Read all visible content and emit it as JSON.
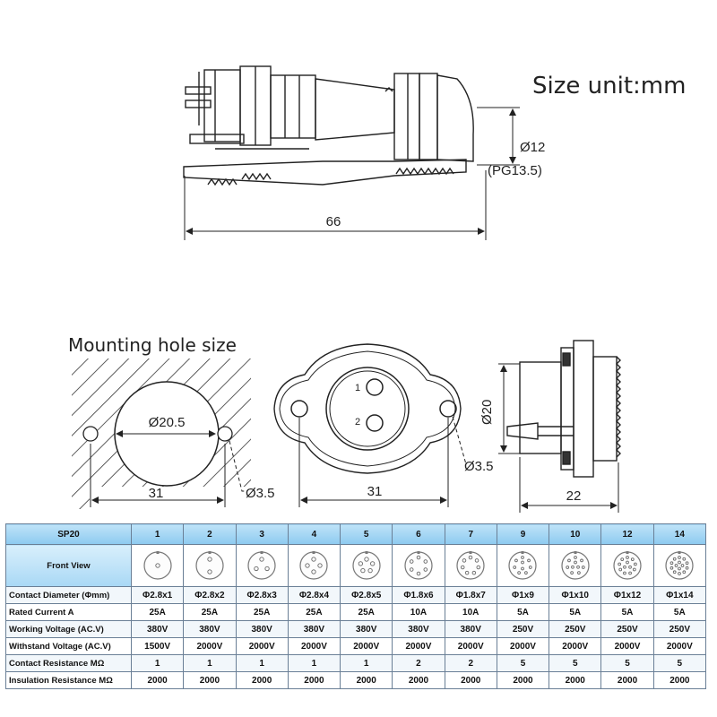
{
  "top_view": {
    "size_unit_label": "Size unit:mm",
    "diameter_label": "Ø12",
    "thread_label": "(PG13.5)",
    "length_label": "66"
  },
  "mounting": {
    "title": "Mounting hole size",
    "hole_diameter_label": "Ø20.5",
    "screw_hole_label": "Ø3.5",
    "spacing_label": "31"
  },
  "flange": {
    "pin1_label": "1",
    "pin2_label": "2",
    "screw_hole_label": "Ø3.5",
    "width_label": "31"
  },
  "side_view": {
    "diameter_label": "Ø20",
    "depth_label": "22"
  },
  "table": {
    "header_label": "SP20",
    "pin_counts": [
      "1",
      "2",
      "3",
      "4",
      "5",
      "6",
      "7",
      "9",
      "10",
      "12",
      "14"
    ],
    "front_view_label": "Front View",
    "rows": [
      {
        "label": "Contact Diameter (Φmm)",
        "values": [
          "Φ2.8x1",
          "Φ2.8x2",
          "Φ2.8x3",
          "Φ2.8x4",
          "Φ2.8x5",
          "Φ1.8x6",
          "Φ1.8x7",
          "Φ1x9",
          "Φ1x10",
          "Φ1x12",
          "Φ1x14"
        ]
      },
      {
        "label": "Rated Current A",
        "values": [
          "25A",
          "25A",
          "25A",
          "25A",
          "25A",
          "10A",
          "10A",
          "5A",
          "5A",
          "5A",
          "5A"
        ]
      },
      {
        "label": "Working Voltage (AC.V)",
        "values": [
          "380V",
          "380V",
          "380V",
          "380V",
          "380V",
          "380V",
          "380V",
          "250V",
          "250V",
          "250V",
          "250V"
        ]
      },
      {
        "label": "Withstand Voltage (AC.V)",
        "values": [
          "1500V",
          "2000V",
          "2000V",
          "2000V",
          "2000V",
          "2000V",
          "2000V",
          "2000V",
          "2000V",
          "2000V",
          "2000V"
        ]
      },
      {
        "label": "Contact Resistance MΩ",
        "values": [
          "1",
          "1",
          "1",
          "1",
          "1",
          "2",
          "2",
          "5",
          "5",
          "5",
          "5"
        ]
      },
      {
        "label": "Insulation Resistance MΩ",
        "values": [
          "2000",
          "2000",
          "2000",
          "2000",
          "2000",
          "2000",
          "2000",
          "2000",
          "2000",
          "2000",
          "2000"
        ]
      }
    ]
  }
}
